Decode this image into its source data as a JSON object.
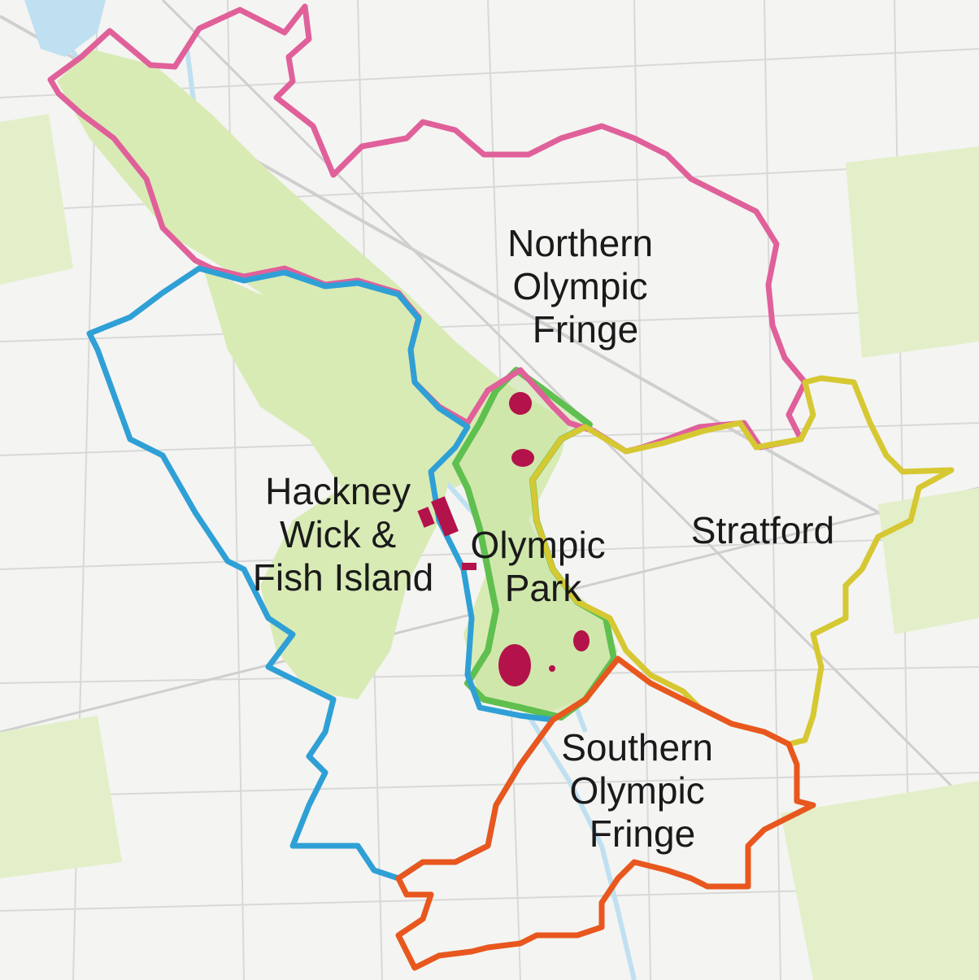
{
  "map": {
    "areas": [
      {
        "id": "northern-olympic-fringe",
        "lines": [
          "Northern",
          "Olympic",
          "Fringe"
        ],
        "color": "#e0609a"
      },
      {
        "id": "hackney-wick-fish-island",
        "lines": [
          "Hackney",
          "Wick &",
          "Fish Island"
        ],
        "color": "#2fa0d6"
      },
      {
        "id": "olympic-park",
        "lines": [
          "Olympic",
          "Park"
        ],
        "color": "#5fbf4f"
      },
      {
        "id": "stratford",
        "lines": [
          "Stratford"
        ],
        "color": "#d6c832"
      },
      {
        "id": "southern-olympic-fringe",
        "lines": [
          "Southern",
          "Olympic",
          "Fringe"
        ],
        "color": "#e8571e"
      }
    ],
    "colors": {
      "background": "#f4f4f2",
      "parkland": "#d9ebb5",
      "water": "#bfe0f0",
      "venue": "#b3124a",
      "street": "#d6d6d6"
    }
  }
}
